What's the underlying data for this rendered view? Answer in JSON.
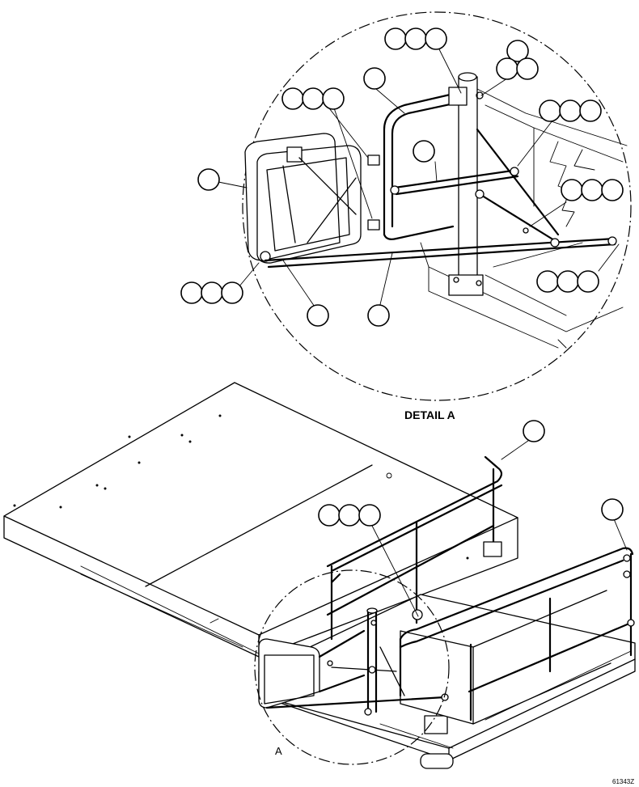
{
  "detail_title": "DETAIL A",
  "view_marker": "A",
  "drawing_code": "61343Z"
}
